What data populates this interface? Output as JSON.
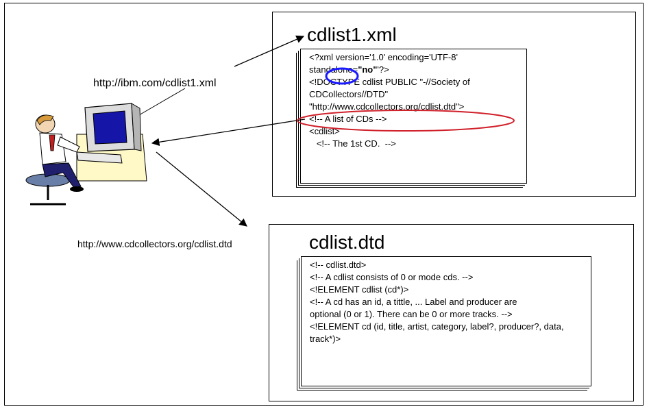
{
  "xml_panel": {
    "title": "cdlist1.xml",
    "lines": [
      "<?xml version='1.0' encoding='UTF-8'",
      "standalone=",
      "\"no\"",
      "'?>",
      "<!DOCTYPE cdlist PUBLIC \"-//Society of",
      "CDCollectors//DTD\"",
      "\"http://www.cdcollectors.org/cdlist.dtd\">",
      "<!-- A list of CDs -->",
      "<cdlist>",
      "   <!-- The 1st CD.  -->"
    ]
  },
  "dtd_panel": {
    "title": "cdlist.dtd",
    "lines": [
      "<!-- cdlist.dtd>",
      "<!-- A cdlist consists of 0 or mode cds. -->",
      "<!ELEMENT cdlist (cd*)>",
      "<!-- A cd has an id, a tittle, ... Label and producer are",
      "optional (0 or 1).  There can be 0 or more tracks.  -->",
      "<!ELEMENT cd (id, title, artist, category, label?, producer?, data, track*)>"
    ]
  },
  "labels": {
    "xml_url": "http://ibm.com/cdlist1.xml",
    "dtd_url": "http://www.cdcollectors.org/cdlist.dtd"
  },
  "colors": {
    "highlight_no": "#1a1aff",
    "highlight_dtd_url": "#d0202a",
    "monitor_screen": "#1515a8",
    "shirt": "#ffffff",
    "desk": "#fff9c8",
    "chair": "#6a7fa8"
  }
}
